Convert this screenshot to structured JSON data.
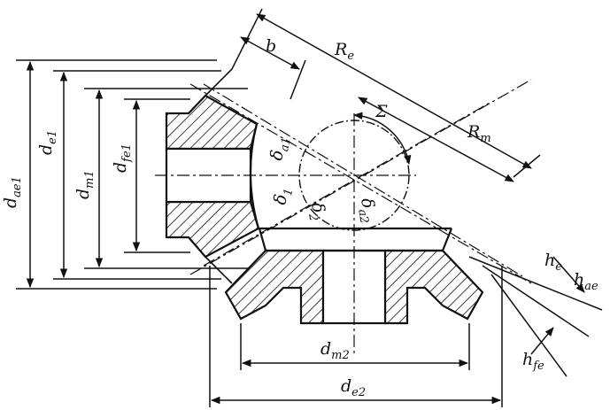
{
  "labels": {
    "b": "b",
    "Re": "R",
    "Re_sub": "e",
    "Rm": "R",
    "Rm_sub": "m",
    "Sigma": "Σ",
    "da_e1": "d",
    "da_e1_sub": "ae1",
    "d_e1": "d",
    "d_e1_sub": "e1",
    "d_m1": "d",
    "d_m1_sub": "m1",
    "d_fe1": "d",
    "d_fe1_sub": "fe1",
    "delta_a1": "δ",
    "delta_a1_sub": "a1",
    "delta_1": "δ",
    "delta_1_sub": "1",
    "delta_2": "δ",
    "delta_2_sub": "2",
    "delta_a2": "δ",
    "delta_a2_sub": "a2",
    "h_e": "h",
    "h_e_sub": "e",
    "h_ae": "h",
    "h_ae_sub": "ae",
    "h_fe": "h",
    "h_fe_sub": "fe",
    "d_m2": "d",
    "d_m2_sub": "m2",
    "d_e2": "d",
    "d_e2_sub": "e2"
  }
}
